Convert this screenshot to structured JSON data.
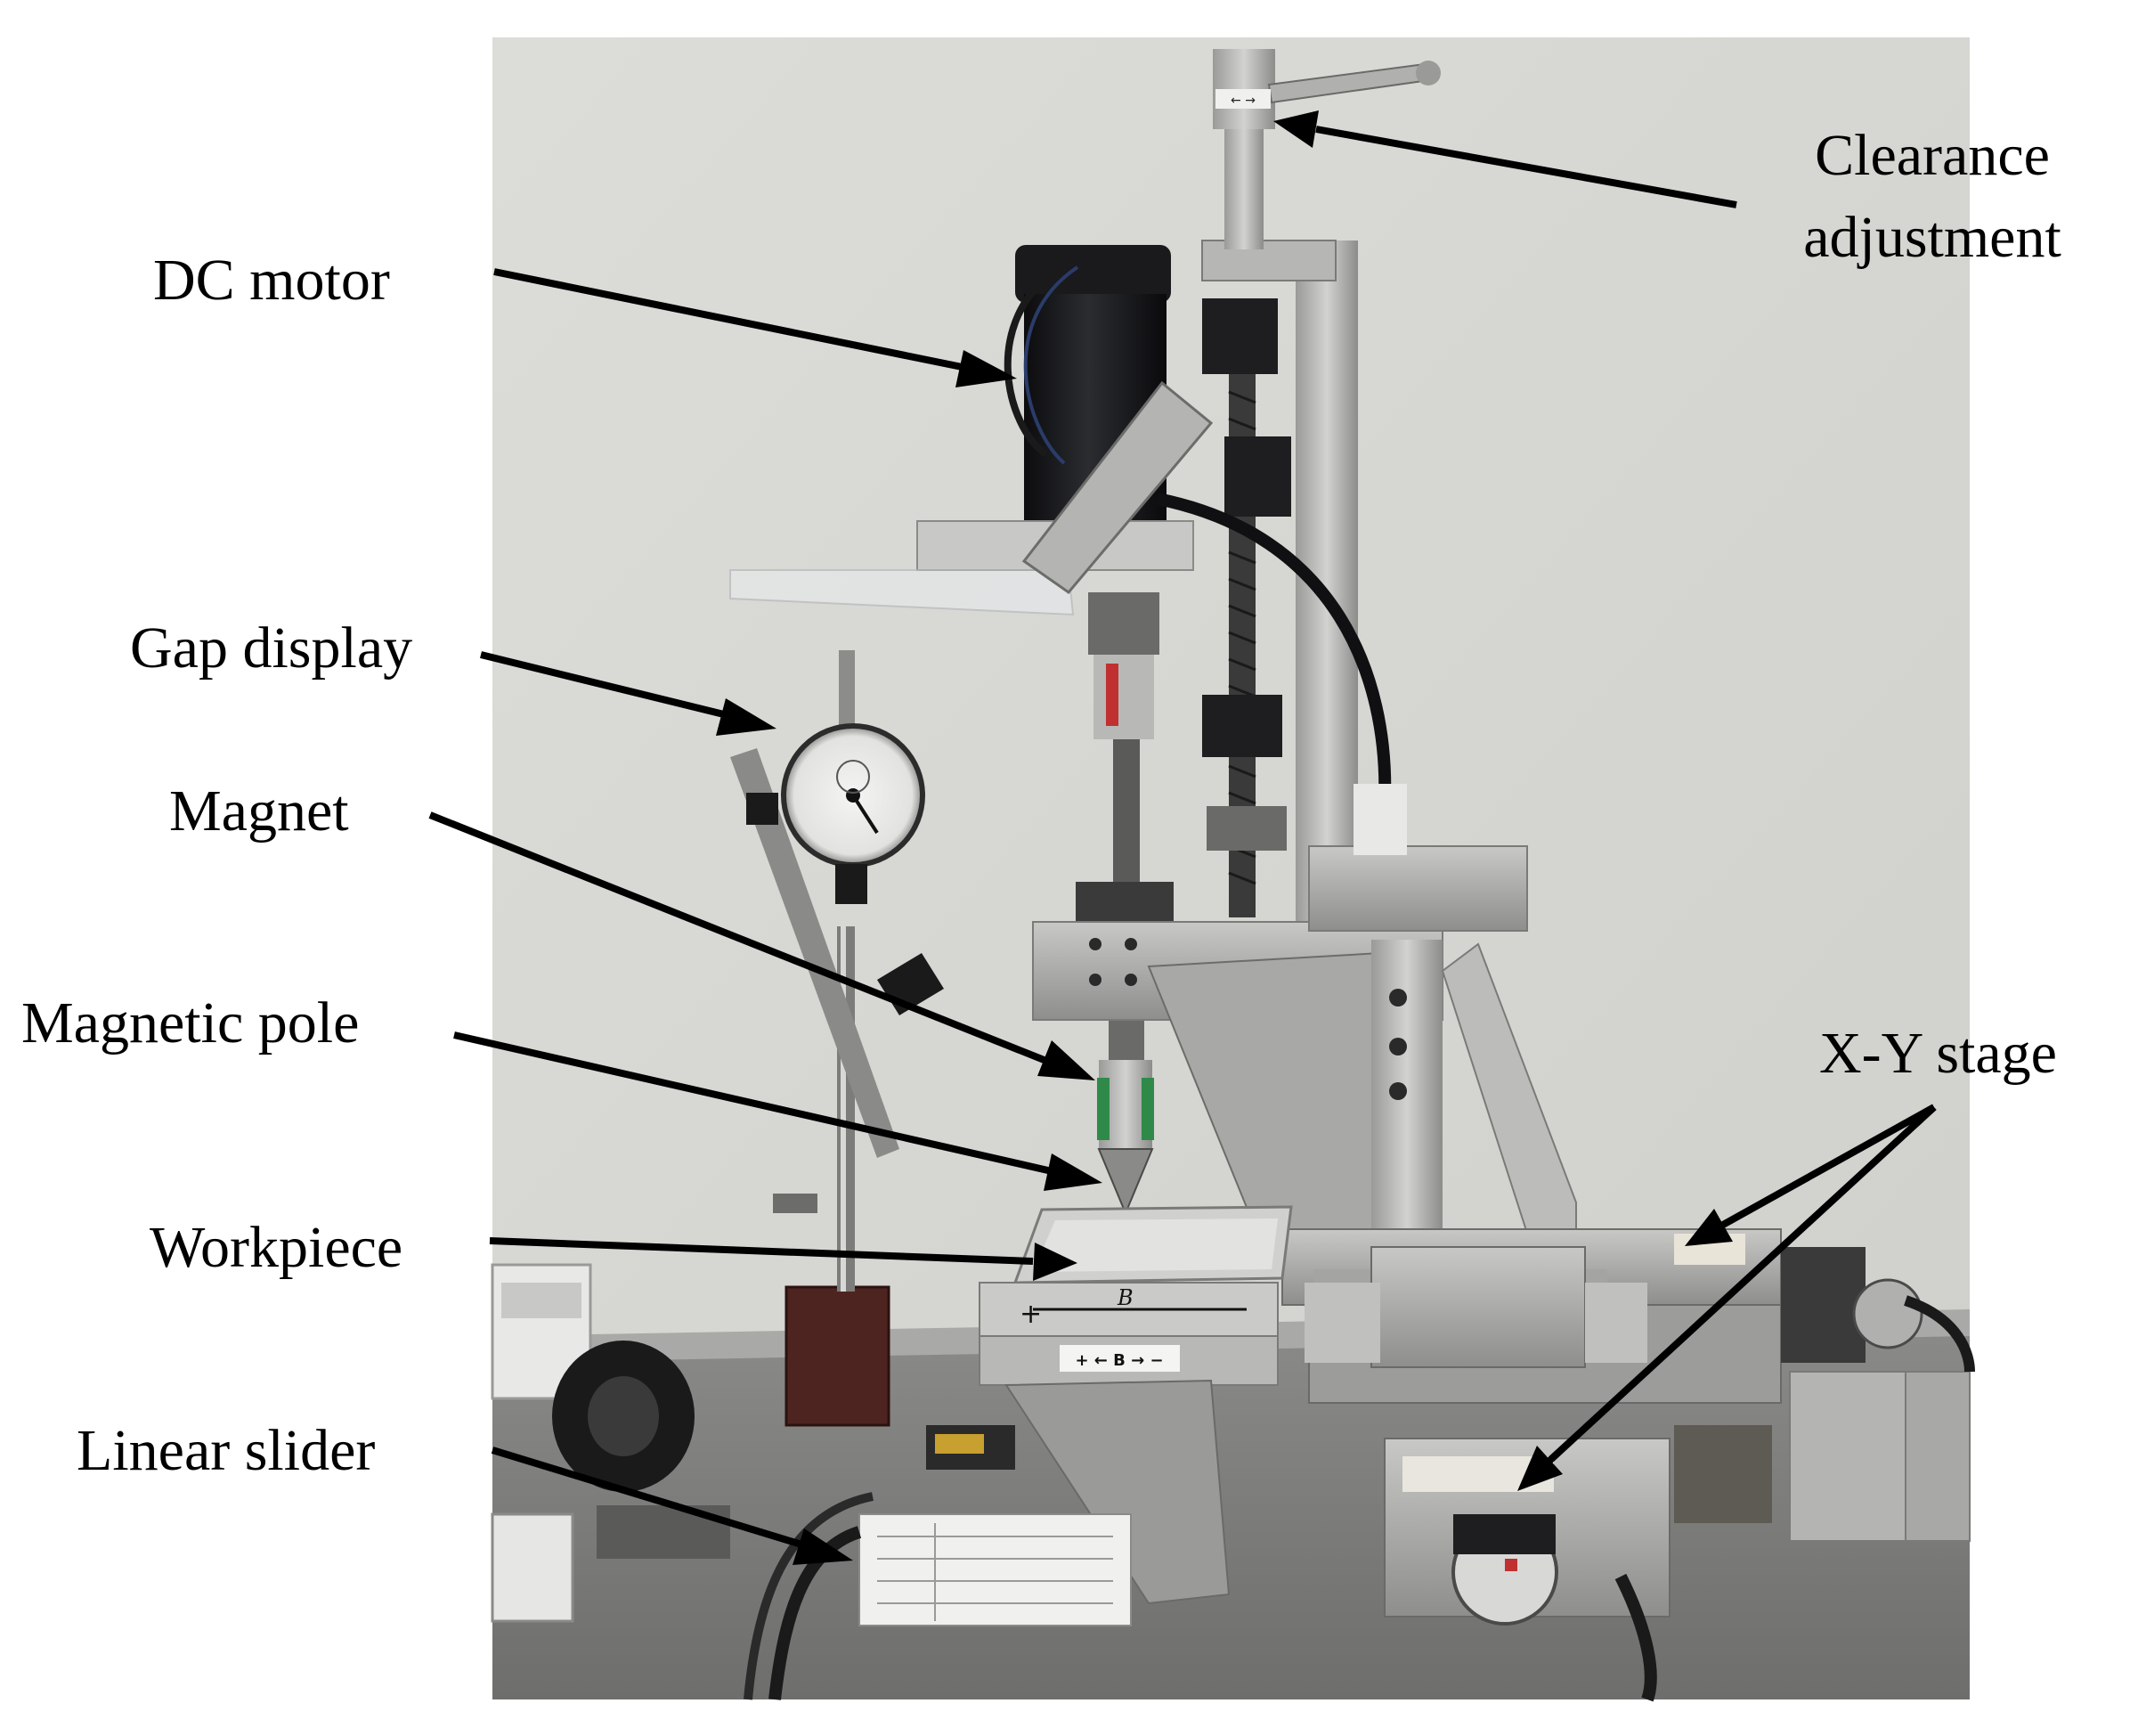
{
  "labels": {
    "dc_motor": "DC motor",
    "gap_display": "Gap display",
    "magnet": "Magnet",
    "magnetic_pole": "Magnetic pole",
    "workpiece": "Workpiece",
    "linear_slider": "Linear slider",
    "clearance_line1": "Clearance",
    "clearance_line2": "adjustment",
    "xy_stage": "X-Y stage"
  },
  "photo_markings": {
    "slider_scale": "+ ← B → −",
    "workpiece_mark": "B"
  }
}
